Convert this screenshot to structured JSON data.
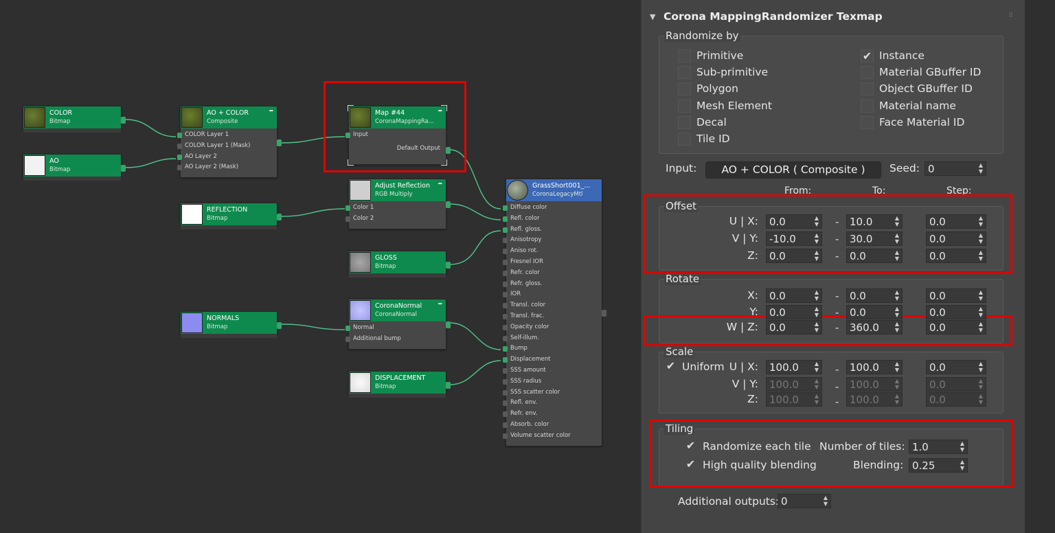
{
  "nodes": {
    "color": {
      "title": "COLOR",
      "sub": "Bitmap"
    },
    "ao": {
      "title": "AO",
      "sub": "Bitmap"
    },
    "ao_color": {
      "title": "AO + COLOR",
      "sub": "Composite",
      "slots": [
        "COLOR Layer 1",
        "COLOR Layer 1 (Mask)",
        "AO Layer 2",
        "AO Layer 2 (Mask)"
      ]
    },
    "map44": {
      "title": "Map #44",
      "sub": "CoronaMappingRa...",
      "slots": [
        "Input",
        "Default Output"
      ]
    },
    "reflection": {
      "title": "REFLECTION",
      "sub": "Bitmap"
    },
    "adjust": {
      "title": "Adjust Reflection",
      "sub": "RGB Multiply",
      "slots": [
        "Color 1",
        "Color 2"
      ]
    },
    "gloss": {
      "title": "GLOSS",
      "sub": "Bitmap"
    },
    "normals": {
      "title": "NORMALS",
      "sub": "Bitmap"
    },
    "cnormal": {
      "title": "CoronaNormal",
      "sub": "CoronaNormal",
      "slots": [
        "Normal",
        "Additional bump"
      ]
    },
    "displacement": {
      "title": "DISPLACEMENT",
      "sub": "Bitmap"
    },
    "grass": {
      "title": "GrassShort001_...",
      "sub": "CoronaLegacyMtl",
      "slots": [
        "Diffuse color",
        "Refl. color",
        "Refl. gloss.",
        "Anisotropy",
        "Aniso rot.",
        "Fresnel IOR",
        "Refr. color",
        "Refr. gloss.",
        "IOR",
        "Transl. color",
        "Transl. frac.",
        "Opacity color",
        "Self-illum.",
        "Bump",
        "Displacement",
        "SSS amount",
        "SSS radius",
        "SSS scatter color",
        "Refl. env.",
        "Refr. env.",
        "Absorb. color",
        "Volume scatter color"
      ]
    }
  },
  "panel": {
    "title": "Corona MappingRandomizer Texmap",
    "randomize_by": {
      "label": "Randomize by",
      "left": [
        {
          "label": "Primitive",
          "checked": false
        },
        {
          "label": "Sub-primitive",
          "checked": false
        },
        {
          "label": "Polygon",
          "checked": false
        },
        {
          "label": "Mesh Element",
          "checked": false
        },
        {
          "label": "Decal",
          "checked": false
        },
        {
          "label": "Tile ID",
          "checked": false
        }
      ],
      "right": [
        {
          "label": "Instance",
          "checked": true
        },
        {
          "label": "Material GBuffer ID",
          "checked": false
        },
        {
          "label": "Object GBuffer ID",
          "checked": false
        },
        {
          "label": "Material name",
          "checked": false
        },
        {
          "label": "Face Material ID",
          "checked": false
        }
      ]
    },
    "input_label": "Input:",
    "input_value": "AO + COLOR  ( Composite )",
    "seed_label": "Seed:",
    "seed_value": "0",
    "col_from": "From:",
    "col_to": "To:",
    "col_step": "Step:",
    "dash": "-",
    "offset": {
      "label": "Offset",
      "rows": [
        {
          "axis": "U | X:",
          "from": "0.0",
          "to": "10.0",
          "step": "0.0"
        },
        {
          "axis": "V | Y:",
          "from": "-10.0",
          "to": "30.0",
          "step": "0.0"
        },
        {
          "axis": "Z:",
          "from": "0.0",
          "to": "0.0",
          "step": "0.0"
        }
      ]
    },
    "rotate": {
      "label": "Rotate",
      "rows": [
        {
          "axis": "X:",
          "from": "0.0",
          "to": "0.0",
          "step": "0.0"
        },
        {
          "axis": "Y:",
          "from": "0.0",
          "to": "0.0",
          "step": "0.0"
        },
        {
          "axis": "W | Z:",
          "from": "0.0",
          "to": "360.0",
          "step": "0.0"
        }
      ]
    },
    "scale": {
      "label": "Scale",
      "uniform_label": "Uniform",
      "uniform_checked": true,
      "rows": [
        {
          "axis": "U | X:",
          "from": "100.0",
          "to": "100.0",
          "step": "0.0"
        },
        {
          "axis": "V | Y:",
          "from": "100.0",
          "to": "100.0",
          "step": "0.0"
        },
        {
          "axis": "Z:",
          "from": "100.0",
          "to": "100.0",
          "step": "0.0"
        }
      ]
    },
    "tiling": {
      "label": "Tiling",
      "randomize_each_tile": "Randomize each tile",
      "high_quality_blending": "High quality blending",
      "num_tiles_label": "Number of tiles:",
      "num_tiles_value": "1.0",
      "blending_label": "Blending:",
      "blending_value": "0.25"
    },
    "additional_outputs_label": "Additional outputs:",
    "additional_outputs_value": "0"
  },
  "colors": {
    "node_green": "#0f8a4e",
    "node_blue": "#3c68b6",
    "wire": "#4fc48a",
    "highlight": "#e30000"
  }
}
